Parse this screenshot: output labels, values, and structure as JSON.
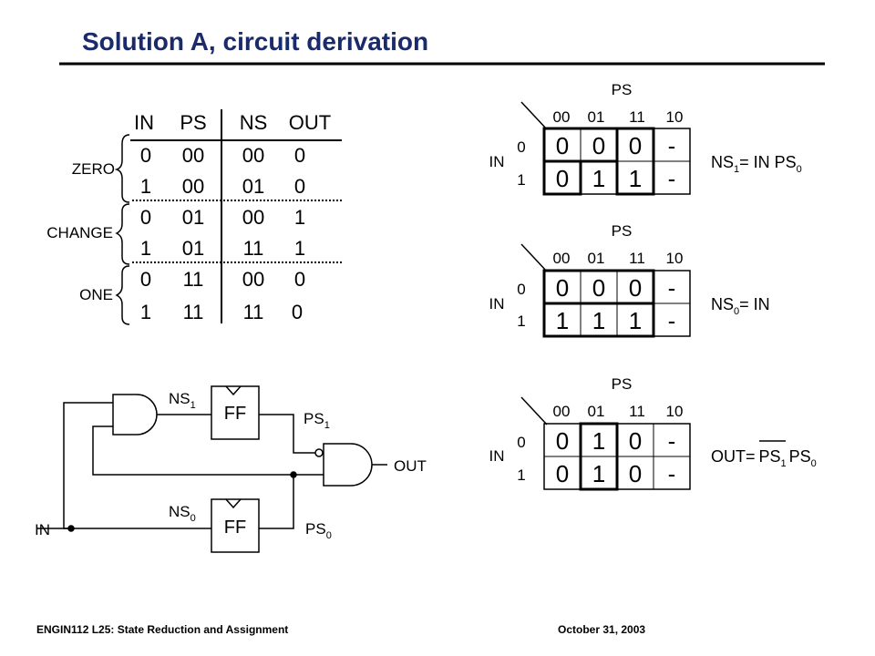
{
  "slide": {
    "title": "Solution A, circuit derivation",
    "footer_left": "ENGIN112  L25: State Reduction and Assignment",
    "footer_right": "October  31, 2003"
  },
  "table": {
    "headers": [
      "IN",
      "PS",
      "NS",
      "OUT"
    ],
    "rows": [
      [
        "0",
        "00",
        "00",
        "0"
      ],
      [
        "1",
        "00",
        "01",
        "0"
      ],
      [
        "0",
        "01",
        "00",
        "1"
      ],
      [
        "1",
        "01",
        "11",
        "1"
      ],
      [
        "0",
        "11",
        "00",
        "0"
      ],
      [
        "1",
        "11",
        "11",
        "0"
      ]
    ],
    "groups": [
      "ZERO",
      "CHANGE",
      "ONE"
    ]
  },
  "kmaps": [
    {
      "top": "PS",
      "cols": [
        "00",
        "01",
        "11",
        "10"
      ],
      "side": "IN",
      "rows": [
        "0",
        "1"
      ],
      "cells": [
        [
          "0",
          "0",
          "0",
          "-"
        ],
        [
          "0",
          "1",
          "1",
          "-"
        ]
      ],
      "eq": {
        "lhs": "NS",
        "lhs_sub": "1",
        "rhs_1": "= IN PS",
        "rhs_sub": "0"
      }
    },
    {
      "top": "PS",
      "cols": [
        "00",
        "01",
        "11",
        "10"
      ],
      "side": "IN",
      "rows": [
        "0",
        "1"
      ],
      "cells": [
        [
          "0",
          "0",
          "0",
          "-"
        ],
        [
          "1",
          "1",
          "1",
          "-"
        ]
      ],
      "eq": {
        "lhs": "NS",
        "lhs_sub": "0",
        "rhs_1": "= IN"
      }
    },
    {
      "top": "PS",
      "cols": [
        "00",
        "01",
        "11",
        "10"
      ],
      "side": "IN",
      "rows": [
        "0",
        "1"
      ],
      "cells": [
        [
          "0",
          "1",
          "0",
          "-"
        ],
        [
          "0",
          "1",
          "0",
          "-"
        ]
      ],
      "eq": {
        "lhs": "OUT=",
        "rhs_1": "PS",
        "rhs_sub": "1",
        "rhs_2": "PS",
        "rhs_sub_2": "0"
      }
    }
  ],
  "circuit": {
    "ns1": "NS",
    "ns1_sub": "1",
    "ns0": "NS",
    "ns0_sub": "0",
    "ff": "FF",
    "ps1": "PS",
    "ps1_sub": "1",
    "ps0": "PS",
    "ps0_sub": "0",
    "out": "OUT",
    "in": "IN"
  }
}
